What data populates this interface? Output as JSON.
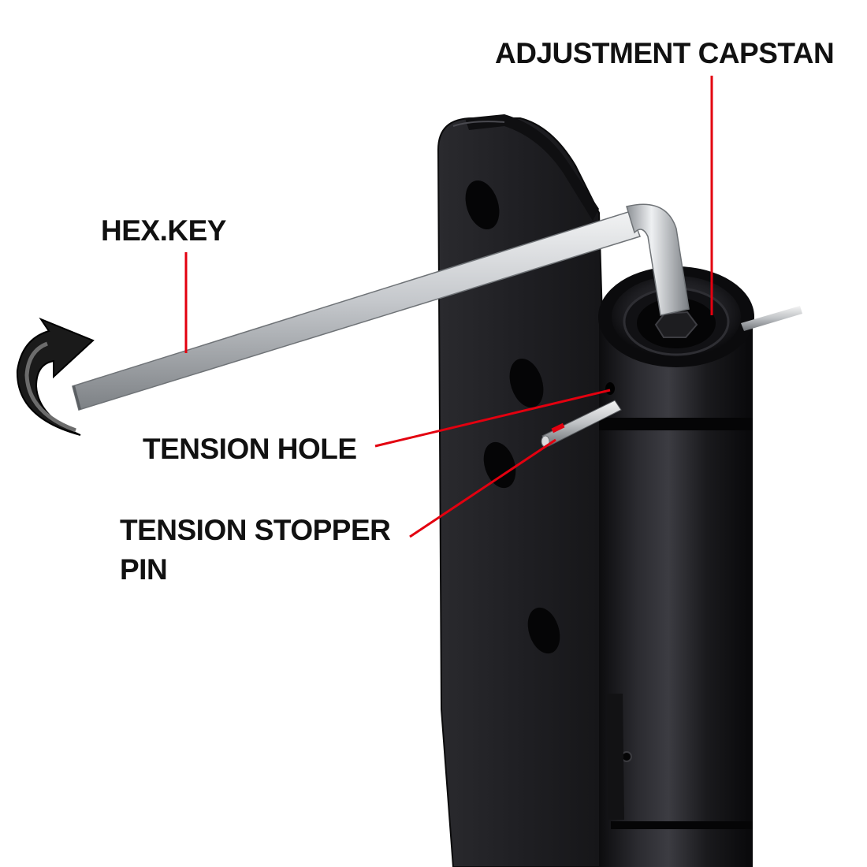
{
  "colors": {
    "leader_line": "#e3000f",
    "hinge_body": "#1b1b1e",
    "hex_key": "#c9cccf",
    "label_text": "#111111"
  },
  "icons": {
    "rotation_arrow": "curved-rotation-arrow-icon"
  },
  "labels": {
    "adjustment_capstan": "ADJUSTMENT CAPSTAN",
    "hex_key": "HEX.KEY",
    "tension_hole": "TENSION HOLE",
    "tension_stopper_pin_line1": "TENSION STOPPER",
    "tension_stopper_pin_line2": "PIN"
  }
}
